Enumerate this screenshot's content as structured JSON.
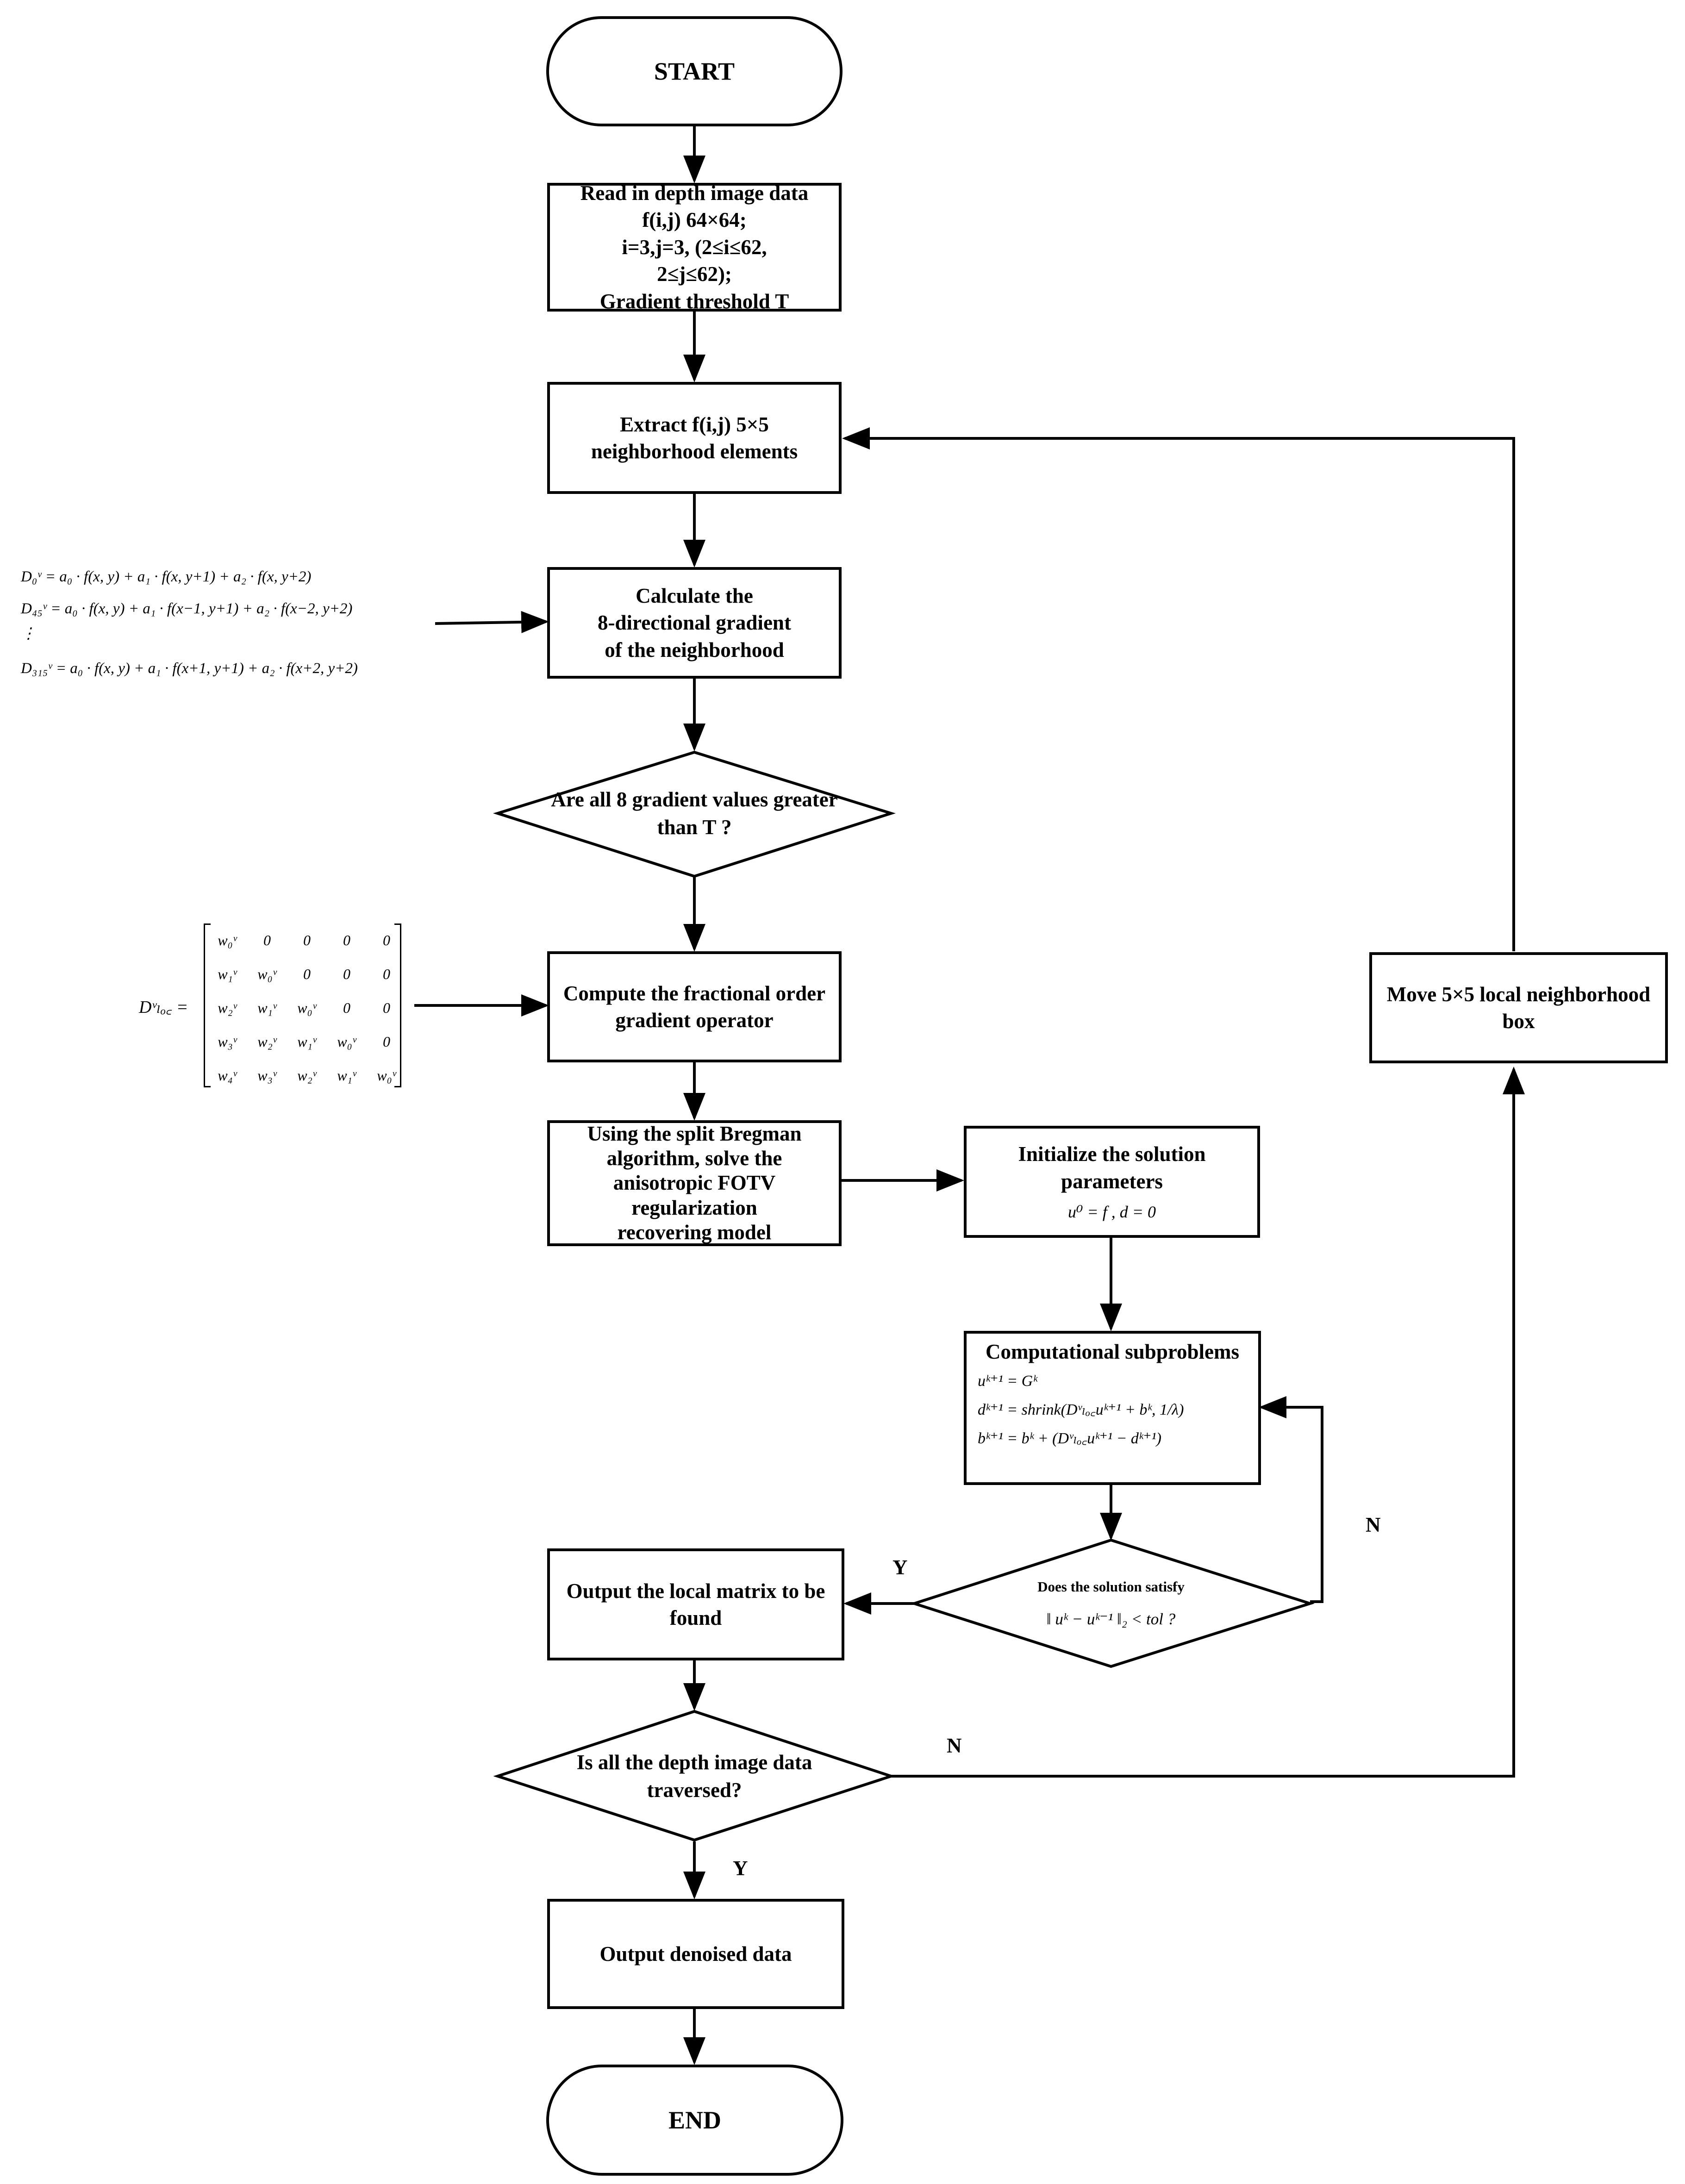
{
  "nodes": {
    "start": "START",
    "read": [
      "Read in depth image  data",
      "f(i,j) 64×64;",
      "i=3,j=3,  (2≤i≤62,",
      "2≤j≤62);",
      "Gradient threshold T"
    ],
    "extract": [
      "Extract f(i,j) 5×5",
      "neighborhood elements"
    ],
    "calculate": [
      "Calculate the",
      "8-directional gradient",
      "of the neighborhood"
    ],
    "decision_gradient": [
      "Are all 8 gradient values greater",
      "than T ?"
    ],
    "compute": [
      "Compute the fractional order",
      "gradient operator"
    ],
    "bregman": [
      "Using the split Bregman",
      "algorithm, solve the",
      "anisotropic FOTV",
      "regularization",
      "recovering model"
    ],
    "initialize": [
      "Initialize the solution",
      "parameters"
    ],
    "initialize_eq": "u⁰ = f , d = 0",
    "subproblems_title": "Computational subproblems",
    "subproblems_eqs": [
      "uᵏ⁺¹ = Gᵏ",
      "dᵏ⁺¹ = shrink(Dᵛₗₒ꜀uᵏ⁺¹ + bᵏ, 1/λ)",
      "bᵏ⁺¹ = bᵏ + (Dᵛₗₒ꜀uᵏ⁺¹ − dᵏ⁺¹)"
    ],
    "decision_tol_title": "Does the solution satisfy",
    "decision_tol_eq": "‖ uᵏ − uᵏ⁻¹ ‖₂ < tol ?",
    "output_local": [
      "Output the local matrix to be",
      "found"
    ],
    "decision_traversed": [
      "Is all the depth image data",
      "traversed?"
    ],
    "output_denoised": "Output denoised data",
    "end": "END",
    "move": [
      "Move 5×5 local neighborhood",
      "box"
    ]
  },
  "edge_labels": {
    "tol_yes": "Y",
    "tol_no": "N",
    "traversed_yes": "Y",
    "traversed_no": "N"
  },
  "gradient_equations": [
    "D₀ᵛ = a₀ · f(x, y) + a₁ · f(x, y+1) + a₂ · f(x, y+2)",
    "D₄₅ᵛ = a₀ · f(x, y) + a₁ · f(x−1, y+1) + a₂ · f(x−2, y+2)",
    "⋮",
    "D₃₁₅ᵛ = a₀ · f(x, y) + a₁ · f(x+1, y+1) + a₂ · f(x+2, y+2)"
  ],
  "operator_matrix": {
    "label": "Dᵛₗₒ꜀ =",
    "rows": [
      [
        "w₀ᵛ",
        "0",
        "0",
        "0",
        "0"
      ],
      [
        "w₁ᵛ",
        "w₀ᵛ",
        "0",
        "0",
        "0"
      ],
      [
        "w₂ᵛ",
        "w₁ᵛ",
        "w₀ᵛ",
        "0",
        "0"
      ],
      [
        "w₃ᵛ",
        "w₂ᵛ",
        "w₁ᵛ",
        "w₀ᵛ",
        "0"
      ],
      [
        "w₄ᵛ",
        "w₃ᵛ",
        "w₂ᵛ",
        "w₁ᵛ",
        "w₀ᵛ"
      ]
    ]
  }
}
